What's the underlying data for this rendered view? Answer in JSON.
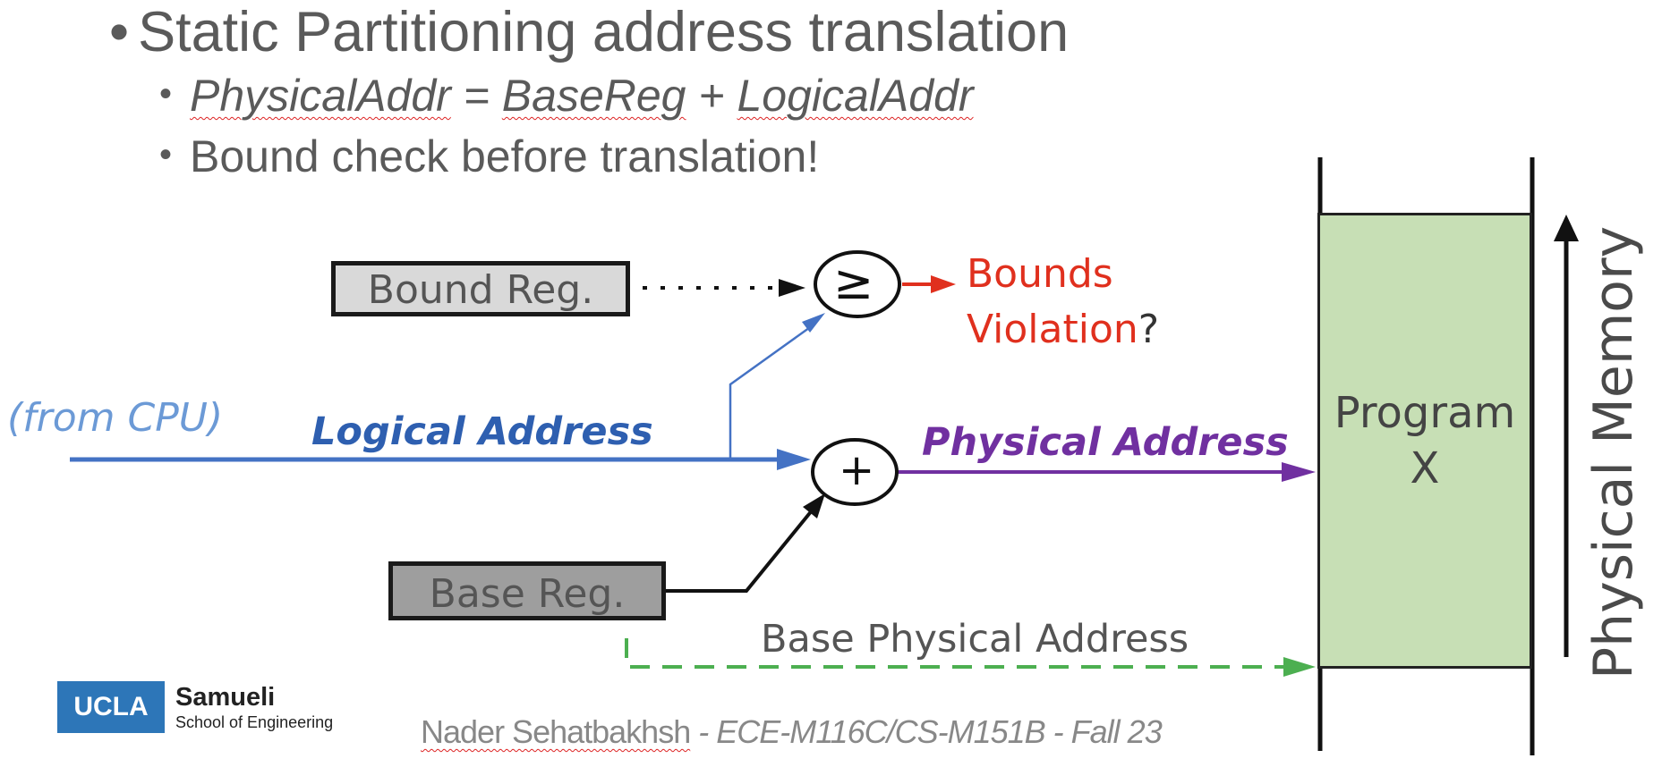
{
  "slide": {
    "bullet_main": "Static Partitioning address translation",
    "formula": {
      "physical": "PhysicalAddr",
      "equals": " = ",
      "base": "BaseReg",
      "plus": " + ",
      "logical": "LogicalAddr"
    },
    "bullet_check": "Bound check before translation!"
  },
  "diagram": {
    "bound_reg": "Bound Reg.",
    "base_reg": "Base Reg.",
    "compare_symbol": "≥",
    "add_symbol": "+",
    "bounds_line1": "Bounds",
    "bounds_line2": "Violation",
    "question": "?",
    "from_cpu": "(from CPU)",
    "logical_address": "Logical Address",
    "physical_address": "Physical Address",
    "base_physical_address": "Base Physical Address",
    "program_line1": "Program",
    "program_line2": "X",
    "physical_memory": "Physical Memory"
  },
  "footer": {
    "ucla": "UCLA",
    "samueli": "Samueli",
    "school": "School of Engineering",
    "author": "Nader Sehatbakhsh",
    "course": " - ECE-M116C/CS-M151B - Fall 23"
  },
  "colors": {
    "blue": "#4472c4",
    "purple": "#7030a0",
    "red": "#e0301e",
    "green": "#4caf50",
    "program_fill": "#c7dfb5"
  }
}
